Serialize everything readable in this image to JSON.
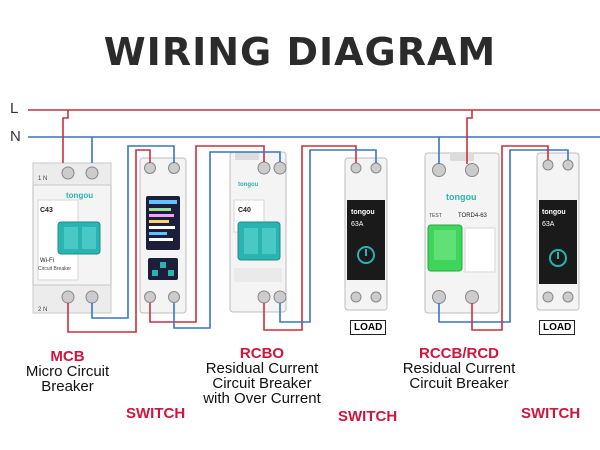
{
  "title": "WIRING DIAGRAM",
  "lines": {
    "live": "L",
    "neutral": "N"
  },
  "colors": {
    "live": "#c8303c",
    "neutral": "#3a73c8",
    "accent": "#d1143c",
    "brand_teal": "#2ab3b0",
    "rccb_green": "#3fd45a"
  },
  "devices": {
    "mcb": {
      "abbr": "MCB",
      "caption_lines": [
        "Micro Circuit",
        "Breaker"
      ],
      "model": "C43",
      "brand": "tongou",
      "tag": "Wi-Fi",
      "sub_tag": "Circuit Breaker",
      "terminal_in": "1 N",
      "terminal_out": "2 N"
    },
    "switch1": {
      "label": "SWITCH"
    },
    "rcbo": {
      "abbr": "RCBO",
      "caption_lines": [
        "Residual Current",
        "Circuit Breaker",
        "with Over Current"
      ],
      "model": "C40",
      "brand": "tongou"
    },
    "switch2": {
      "label": "SWITCH",
      "brand": "tongou",
      "rating": "63A",
      "load": "LOAD"
    },
    "rccb": {
      "abbr": "RCCB/RCD",
      "caption_lines": [
        "Residual Current",
        "Circuit Breaker"
      ],
      "brand": "tongou",
      "model": "TORD4-63",
      "test": "TEST"
    },
    "switch3": {
      "label": "SWITCH",
      "brand": "tongou",
      "rating": "63A",
      "load": "LOAD"
    }
  }
}
